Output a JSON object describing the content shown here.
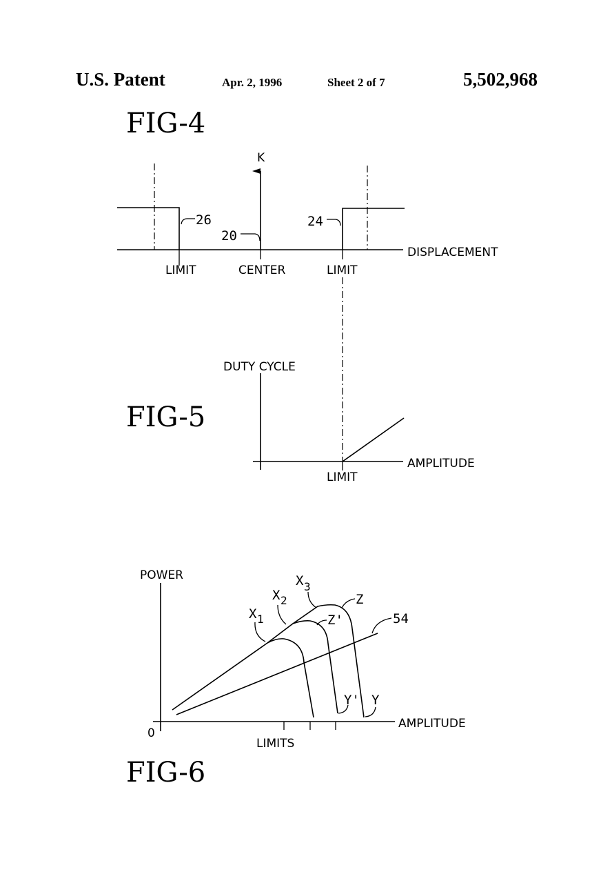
{
  "header": {
    "left": "U.S. Patent",
    "date": "Apr. 2, 1996",
    "sheet": "Sheet 2 of 7",
    "number": "5,502,968"
  },
  "fig4": {
    "title": "FIG-4",
    "y_label": "K",
    "x_label": "DISPLACEMENT",
    "ticks": [
      "LIMIT",
      "CENTER",
      "LIMIT"
    ],
    "refs": [
      "26",
      "20",
      "24"
    ]
  },
  "fig5": {
    "title": "FIG-5",
    "y_label": "DUTY  CYCLE",
    "x_label": "AMPLITUDE",
    "tick": "LIMIT"
  },
  "fig6": {
    "title": "FIG-6",
    "y_label": "POWER",
    "x_label": "AMPLITUDE",
    "origin": "0",
    "tick": "LIMITS",
    "refs": {
      "x1": "X",
      "x1_sub": "1",
      "x2": "X",
      "x2_sub": "2",
      "x3": "X",
      "x3_sub": "3",
      "z": "Z",
      "z_prime": "Z'",
      "r54": "54",
      "y_prime": "Y'",
      "y": "Y"
    }
  }
}
